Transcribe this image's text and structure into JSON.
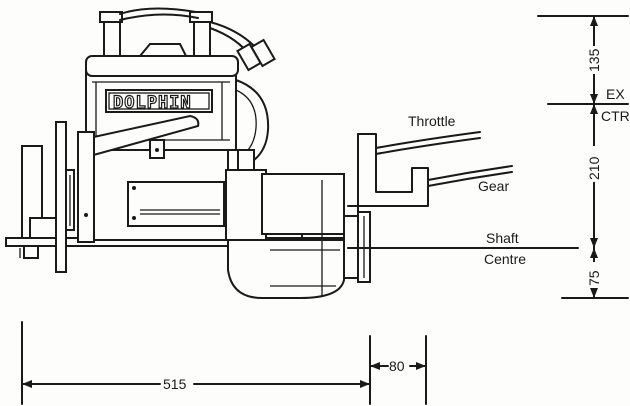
{
  "engine": {
    "brand": "DOLPHIN"
  },
  "labels": {
    "throttle": "Throttle",
    "gear": "Gear",
    "shaft": "Shaft",
    "centre": "Centre",
    "ex": "EX",
    "ctr": "CTR"
  },
  "dimensions": {
    "top_to_exhaust": "135",
    "exhaust_to_shaft": "210",
    "shaft_to_bottom": "75",
    "overall_length": "515",
    "flange_length": "80"
  }
}
